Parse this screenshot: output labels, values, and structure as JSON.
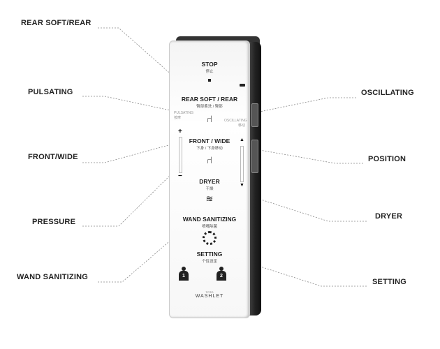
{
  "callouts": {
    "rear_soft_rear": "REAR SOFT/REAR",
    "pulsating": "PULSATING",
    "front_wide": "FRONT/WIDE",
    "pressure": "PRESSURE",
    "wand_sanitizing": "WAND SANITIZING",
    "oscillating": "OSCILLATING",
    "position": "POSITION",
    "dryer": "DRYER",
    "setting": "SETTING"
  },
  "remote": {
    "stop": "STOP",
    "stop_cn": "停止",
    "rear": "REAR SOFT / REAR",
    "rear_cn": "臀部柔洗 / 臀部",
    "pulsating": "PULSATING",
    "pulsating_cn": "按摩",
    "oscillating": "OSCILLATING",
    "oscillating_cn": "移动",
    "front": "FRONT / WIDE",
    "front_cn": "下身 / 下身移动",
    "plus": "+",
    "minus": "−",
    "dryer": "DRYER",
    "dryer_cn": "干燥",
    "wand": "WAND SANITIZING",
    "wand_cn": "喷嘴除菌",
    "setting": "SETTING",
    "setting_cn": "个性设定",
    "user1": "1",
    "user2": "2",
    "brand_small": "TOTO",
    "brand": "WASHLET"
  }
}
